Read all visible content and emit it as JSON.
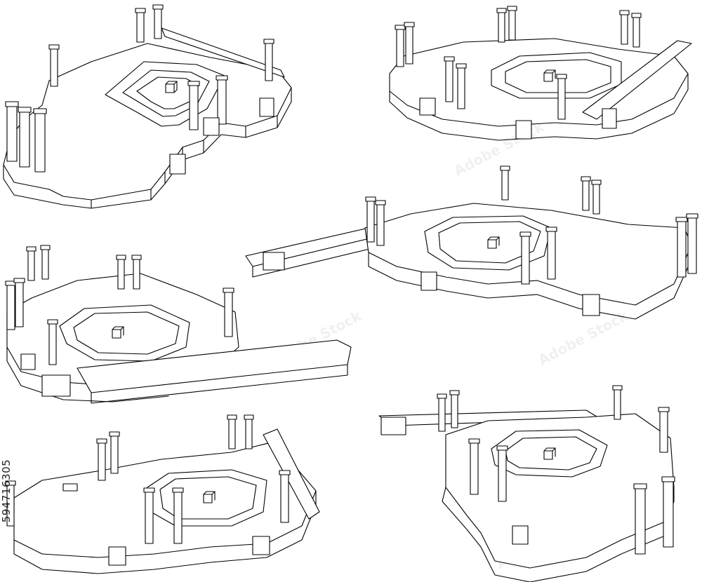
{
  "image": {
    "kind": "line-art illustration sheet",
    "views": [
      {
        "name": "view-1"
      },
      {
        "name": "view-2"
      },
      {
        "name": "view-3"
      },
      {
        "name": "view-4"
      },
      {
        "name": "view-5"
      },
      {
        "name": "view-6"
      }
    ],
    "stroke_color": "#000000",
    "background_color": "#ffffff"
  },
  "stock_id": "594716305",
  "watermark_text": "Adobe Stock"
}
